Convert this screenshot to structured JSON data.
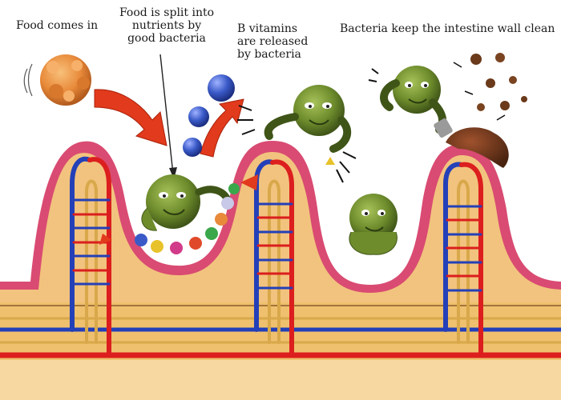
{
  "captions": {
    "food_in": [
      "Food comes in"
    ],
    "split": [
      "Food is split into",
      "nutrients by",
      "good bacteria"
    ],
    "vitamins": [
      "B vitamins",
      "are released",
      "by bacteria"
    ],
    "clean": [
      "Bacteria keep the intestine wall clean"
    ]
  },
  "colors": {
    "mucosa_pink": "#d94b72",
    "tissue_orange": "#f2c37e",
    "artery_red": "#dc1e1e",
    "vein_blue": "#2440b8",
    "lacteal_yellow": "#d8a84a",
    "bacteria_green": "#6e8c2c",
    "arrow_red": "#e23a1c",
    "food_orange": "#e88a3a",
    "vitamin_blue": "#3a5ac8",
    "dirt_brown": "#6a3a1a"
  },
  "icons": [
    "food-lump-icon",
    "red-arrow-icon",
    "bacteria-character-icon",
    "vitamin-sphere-icon",
    "nutrient-bead-icon",
    "debris-clump-icon"
  ]
}
